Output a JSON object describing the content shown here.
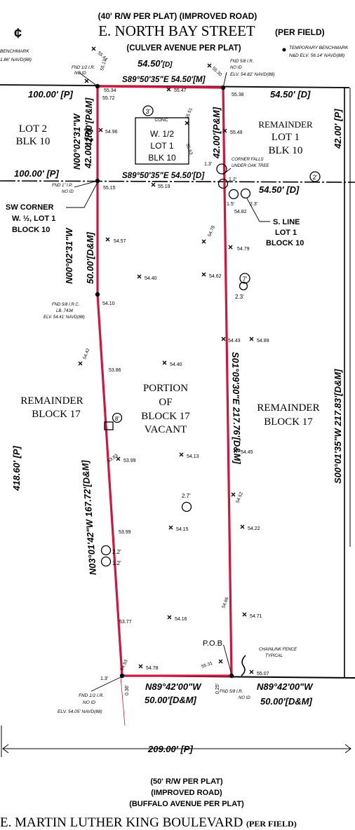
{
  "colors": {
    "property_line": "#d0163f",
    "ink": "#000000",
    "background": "#ffffff"
  },
  "roads": {
    "north_top": "(40' R/W PER PLAT)  (IMPROVED ROAD)",
    "north_name": "E. NORTH BAY STREET",
    "north_name_suffix": "(PER FIELD)",
    "north_alt": "(CULVER AVENUE PER PLAT)",
    "south_rw": "(50' R/W PER PLAT)",
    "south_improved": "(IMPROVED ROAD)",
    "south_alt": "(BUFFALO AVENUE PER PLAT)",
    "south_name": "E. MARTIN LUTHER KING BOULEVARD",
    "south_name_suffix": "(PER FIELD)"
  },
  "benchmarks": {
    "left_label": "BENCHMARK",
    "left_elev": "1.86' NAVD(88)",
    "right_line1": "TEMPORARY BENCHMARK",
    "right_line2": "N&D ELV. 56.14' NAVD(88)"
  },
  "monuments": {
    "nw": [
      "FND 1/2 I.R.",
      "NO ID"
    ],
    "ne": [
      "FND 5/8 I.R.",
      "NO ID",
      "ELV. 54.82' NAVD(88)"
    ],
    "w_mid": [
      "FND 1\" I.P.",
      "NO ID"
    ],
    "w_rod": [
      "FND 5/8 I.R.C.",
      "LB. 7434",
      "ELV. 54.41' NAVD(88)"
    ],
    "sw": [
      "FND 1/2 I.R.",
      "NO ID",
      "ELV. 54.05' NAVD(88)"
    ],
    "se": [
      "FND 5/8 I.R.",
      "NO ID"
    ]
  },
  "bearings": {
    "north_top": "S89°50'35\"E 54.50'[M]",
    "north_lot": "S89°50'35\"E 54.50'[D]",
    "west_upper_a": "N00°02'31\"W",
    "west_upper_b": "42.00'[P&M]",
    "west_mid_a": "N00°02'31\"W",
    "west_mid_b": "50.00'[D&M]",
    "west_lower": "N03°01'42\"W 167.72'[D&M]",
    "east_upper": "42.00'[P&M]",
    "east_lower": "S01°09'30\"E 217.76'[D&M]",
    "south_main": "N89°42'00\"W",
    "south_main_dist": "50.00'[D&M]",
    "south_east": "N89°42'00\"W",
    "south_east_dist": "50.00'[D&M]",
    "far_east": "S00°01'35\"W 217.83'[D&M]"
  },
  "dimensions": {
    "top_d": "54.50'",
    "top_d_tag": "[D]",
    "left_top": "100.00' [P]",
    "right_top": "54.50' [D]",
    "lot2_side": "42.00' [P]",
    "right_side": "42.00' [P]",
    "left_mid": "100.00' [P]",
    "right_mid": "54.50' [D]",
    "west_total": "418.60' [P]",
    "bottom": "209.00' [P]",
    "dim_036": "0.36'",
    "dim_025": "0.25'",
    "gap_13a": "1.3'",
    "gap_12": "1.2'",
    "gap_15": "1.5'",
    "gap_23": "2.3'"
  },
  "labels": {
    "lot2": [
      "LOT 2",
      "BLK 10"
    ],
    "remainder_lot1": [
      "REMAINDER",
      "LOT 1",
      "BLK 10"
    ],
    "conc": "CONC",
    "conc_box": [
      "W. 1/2",
      "LOT 1",
      "BLK 10"
    ],
    "corner_falls": [
      "CORNER FALLS",
      "UNDER OAK TREE"
    ],
    "sw_corner": [
      "SW CORNER",
      "W. ½, LOT 1",
      "BLOCK 10"
    ],
    "s_line": [
      "S. LINE",
      "LOT 1",
      "BLOCK 10"
    ],
    "remainder_w": [
      "REMAINDER",
      "BLOCK 17"
    ],
    "remainder_e": [
      "REMAINDER",
      "BLOCK 17"
    ],
    "portion": [
      "PORTION",
      "OF",
      "BLOCK 17",
      "VACANT"
    ],
    "pob": "P.O.B.",
    "chainlink": [
      "CHAINLINK FENCE",
      "TYPICAL"
    ],
    "cl_symbol": "¢"
  },
  "trees": {
    "t3": "3'",
    "t2": "2'",
    "t7": "7'",
    "t7_dist": "2.3'",
    "t8": "8'",
    "t27": "2.7'",
    "t22": "2.2'",
    "t12": "1.2'"
  },
  "elevations": {
    "e5544": "55.44",
    "e5513": "55.13",
    "e5530": "55.30",
    "e5534": "55.34",
    "e5547": "55.47",
    "e5538": "55.38",
    "e5572": "55.72",
    "e5551": "55.51",
    "e5496": "54.96",
    "e5549": "55.49",
    "e5563": "55.63",
    "e5515": "55.15",
    "e5519": "55.19",
    "e5482": "54.82",
    "e5478": "54.78",
    "e5457": "54.57",
    "e5479": "54.79",
    "e5440a": "54.40",
    "e5462": "54.62",
    "e5410": "54.10",
    "e5443": "54.43",
    "e5489": "54.89",
    "e5442": "54.42",
    "e5440b": "54.40",
    "e5386": "53.86",
    "e5445": "54.45",
    "e5383": "53.83",
    "e5399a": "53.99",
    "e5413": "54.13",
    "e5452": "54.52",
    "e5422": "54.22",
    "e5399b": "53.99",
    "e5415": "54.15",
    "e5466": "54.66",
    "e5377": "53.77",
    "e5416": "54.16",
    "e5471": "54.71",
    "e5453": "54.53",
    "e5478b": "54.78",
    "e5531": "55.31",
    "e5507": "55.07"
  }
}
